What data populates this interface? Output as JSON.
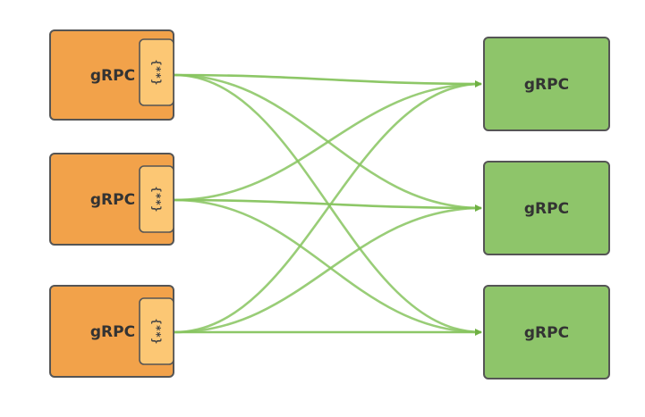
{
  "clients": [
    {
      "label": "gRPC",
      "stub_label": "{**}"
    },
    {
      "label": "gRPC",
      "stub_label": "{**}"
    },
    {
      "label": "gRPC",
      "stub_label": "{**}"
    }
  ],
  "servers": [
    {
      "label": "gRPC"
    },
    {
      "label": "gRPC"
    },
    {
      "label": "gRPC"
    }
  ],
  "connections": [
    {
      "from": 0,
      "to": 0
    },
    {
      "from": 0,
      "to": 1
    },
    {
      "from": 0,
      "to": 2
    },
    {
      "from": 1,
      "to": 0
    },
    {
      "from": 1,
      "to": 1
    },
    {
      "from": 1,
      "to": 2
    },
    {
      "from": 2,
      "to": 0
    },
    {
      "from": 2,
      "to": 1
    },
    {
      "from": 2,
      "to": 2
    }
  ],
  "colors": {
    "client_fill": "#f2a24a",
    "client_stroke": "#555555",
    "stub_fill": "#fcc774",
    "server_fill": "#8ec56a",
    "server_stroke": "#555555",
    "line": "#87c45f",
    "arrow": "#6fb043"
  }
}
